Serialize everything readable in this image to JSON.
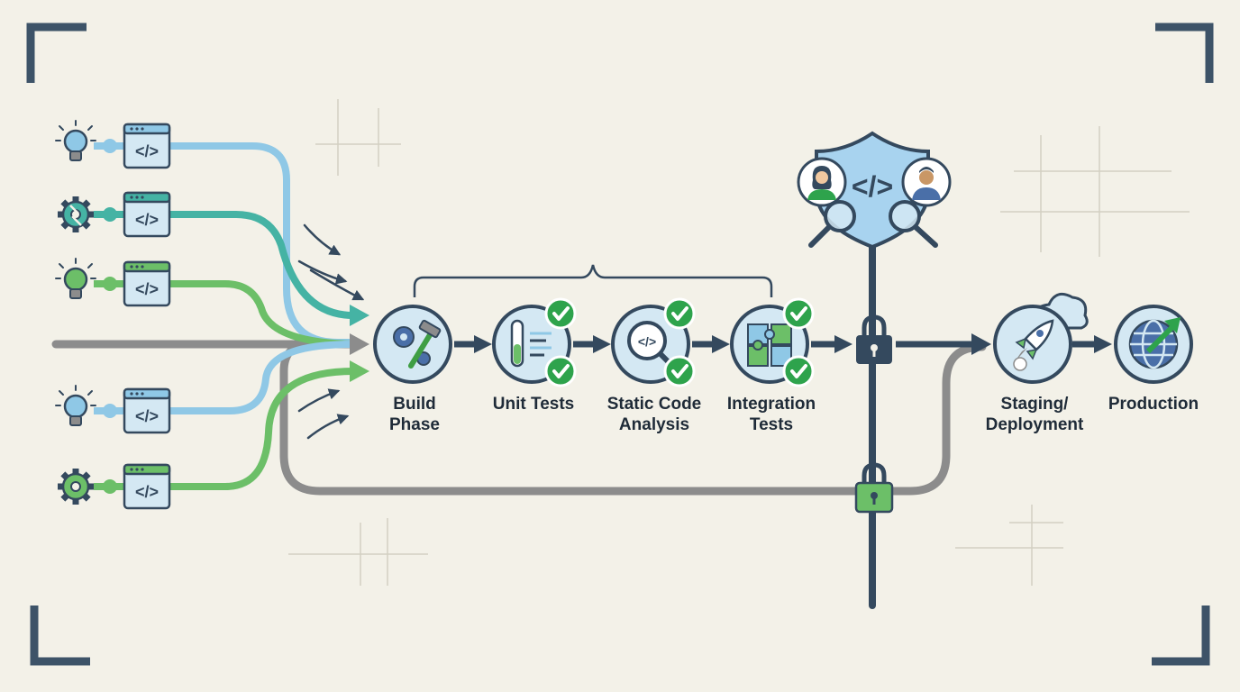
{
  "colors": {
    "background": "#f3f1e8",
    "navy": "#34495e",
    "gray_path": "#8c8c8c",
    "light_blue": "#8fc8e6",
    "teal": "#45b3a4",
    "green": "#6cbf68",
    "check_green": "#2ea34c",
    "stage_fill": "#d4e8f3",
    "shield_fill": "#a8d3ef"
  },
  "sources": [
    {
      "icon": "lightbulb-icon",
      "accent": "#8fc8e6"
    },
    {
      "icon": "gear-broken-icon",
      "accent": "#45b3a4"
    },
    {
      "icon": "lightbulb-icon",
      "accent": "#6cbf68"
    },
    {
      "icon": "lightbulb-icon",
      "accent": "#8fc8e6"
    },
    {
      "icon": "gear-icon",
      "accent": "#6cbf68"
    }
  ],
  "stages": {
    "build": {
      "label_lines": [
        "Build",
        "Phase"
      ],
      "icon": "gear-hammer-icon"
    },
    "unit_tests": {
      "label_lines": [
        "Unit Tests"
      ],
      "icon": "test-tube-icon"
    },
    "static_analysis": {
      "label_lines": [
        "Static Code",
        "Analysis"
      ],
      "icon": "code-magnifier-icon"
    },
    "integration_tests": {
      "label_lines": [
        "Integration",
        "Tests"
      ],
      "icon": "puzzle-icon"
    },
    "staging": {
      "label_lines": [
        "Staging/",
        "Deployment"
      ],
      "icon": "rocket-cloud-icon"
    },
    "production": {
      "label_lines": [
        "Production"
      ],
      "icon": "globe-arrow-icon"
    }
  },
  "gates": {
    "main": {
      "icon": "lock-icon",
      "color": "#34495e"
    },
    "bypass": {
      "icon": "lock-icon",
      "color": "#6cbf68"
    }
  },
  "review": {
    "shield_icon": "shield-code-icon",
    "reviewers": [
      "reviewer-female-icon",
      "reviewer-male-icon"
    ]
  }
}
